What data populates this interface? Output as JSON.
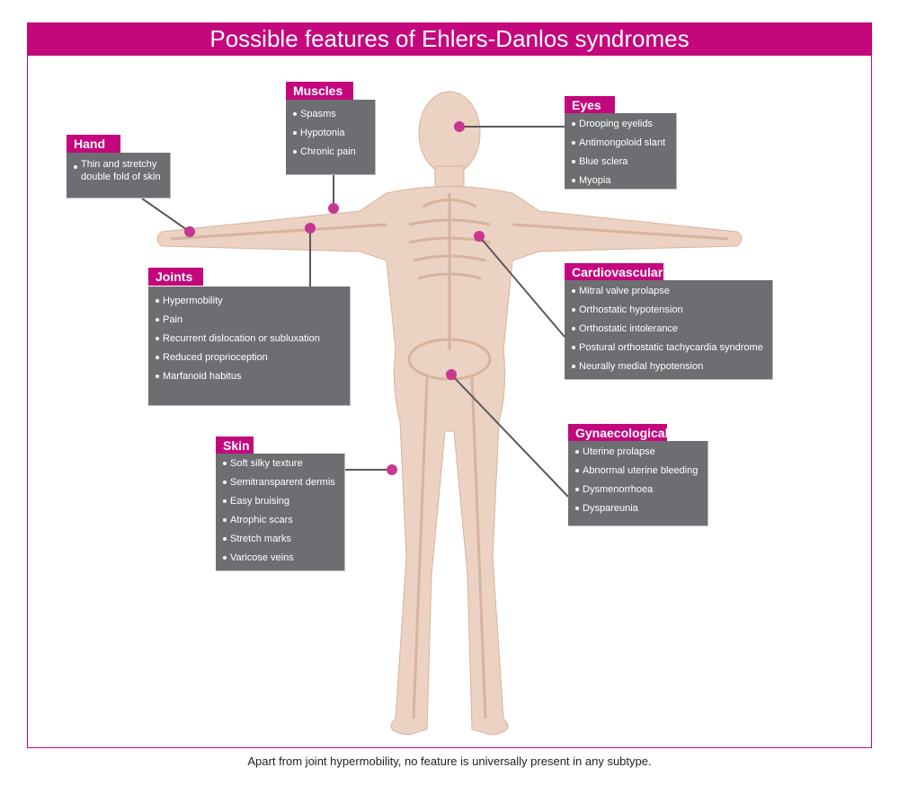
{
  "title": "Possible features of Ehlers-Danlos syndromes",
  "footer": "Apart from joint hypermobility, no feature is universally present in any subtype.",
  "colors": {
    "accent": "#c4077d",
    "box": "#6d6e71",
    "dot": "#c8378f",
    "body": "#e8c8b3"
  },
  "panels": {
    "muscles": {
      "title": "Muscles",
      "items": [
        "Spasms",
        "Hypotonia",
        "Chronic pain"
      ]
    },
    "hand": {
      "title": "Hand",
      "items": [
        "Thin and stretchy double fold of skin"
      ]
    },
    "eyes": {
      "title": "Eyes",
      "items": [
        "Drooping eyelids",
        "Antimongoloid slant",
        "Blue sclera",
        "Myopia"
      ]
    },
    "joints": {
      "title": "Joints",
      "items": [
        "Hypermobility",
        "Pain",
        "Recurrent dislocation or subluxation",
        "Reduced proprioception",
        "Marfanoid habitus"
      ]
    },
    "cardio": {
      "title": "Cardiovascular",
      "items": [
        "Mitral valve prolapse",
        "Orthostatic hypotension",
        "Orthostatic intolerance",
        "Postural orthostatic tachycardia syndrome",
        "Neurally medial hypotension"
      ]
    },
    "skin": {
      "title": "Skin",
      "items": [
        "Soft silky texture",
        "Semitransparent dermis",
        "Easy bruising",
        "Atrophic scars",
        "Stretch marks",
        "Varicose veins"
      ]
    },
    "gyn": {
      "title": "Gynaecological",
      "items": [
        "Uterine prolapse",
        "Abnormal uterine bleeding",
        "Dysmenorrhoea",
        "Dyspareunia"
      ]
    }
  }
}
